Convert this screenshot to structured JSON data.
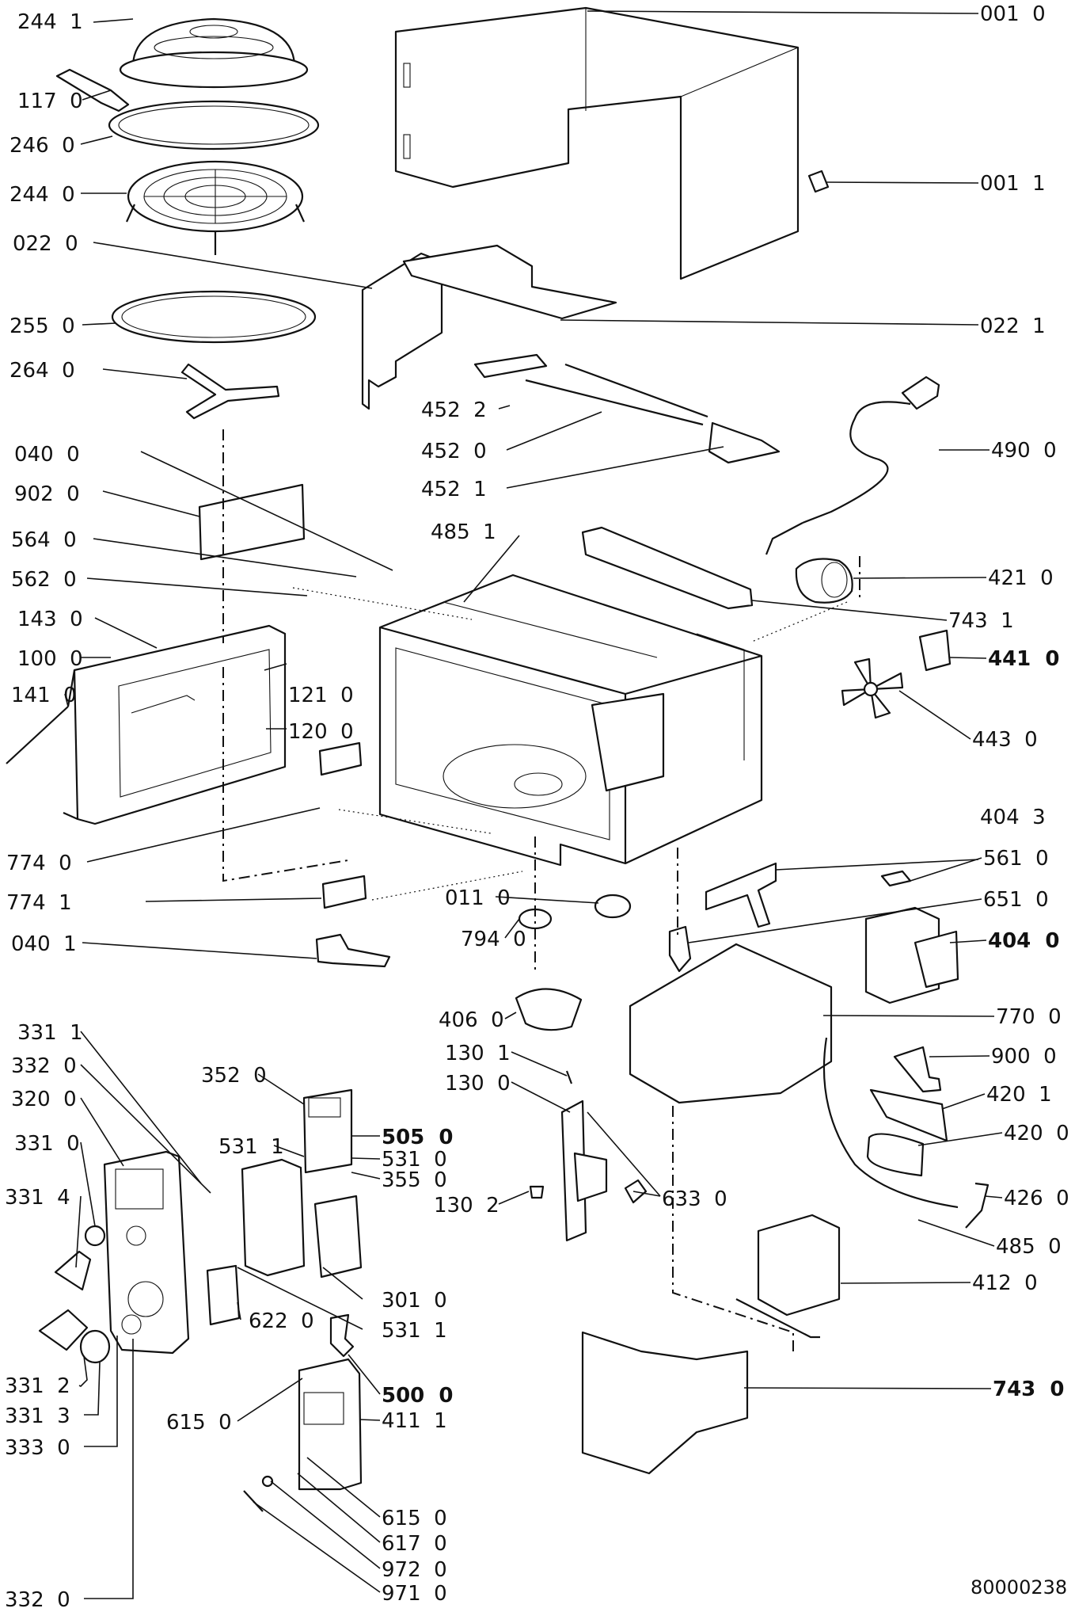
{
  "document_number": "80000238",
  "callouts": [
    {
      "id": "c-001-0",
      "text": "001  0"
    },
    {
      "id": "c-001-1",
      "text": "001  1"
    },
    {
      "id": "c-022-1",
      "text": "022  1"
    },
    {
      "id": "c-490-0",
      "text": "490  0"
    },
    {
      "id": "c-421-0",
      "text": "421  0"
    },
    {
      "id": "c-743-1",
      "text": "743  1"
    },
    {
      "id": "c-441-0",
      "text": "441  0"
    },
    {
      "id": "c-443-0",
      "text": "443  0"
    },
    {
      "id": "c-404-3",
      "text": "404  3"
    },
    {
      "id": "c-561-0",
      "text": "561  0"
    },
    {
      "id": "c-651-0",
      "text": "651  0"
    },
    {
      "id": "c-404-0",
      "text": "404  0"
    },
    {
      "id": "c-770-0",
      "text": "770  0"
    },
    {
      "id": "c-900-0",
      "text": "900  0"
    },
    {
      "id": "c-420-1",
      "text": "420  1"
    },
    {
      "id": "c-420-0",
      "text": "420  0"
    },
    {
      "id": "c-426-0",
      "text": "426  0"
    },
    {
      "id": "c-485-0",
      "text": "485  0"
    },
    {
      "id": "c-412-0",
      "text": "412  0"
    },
    {
      "id": "c-743-0",
      "text": "743  0"
    },
    {
      "id": "c-244-1",
      "text": "244  1"
    },
    {
      "id": "c-117-0",
      "text": "117  0"
    },
    {
      "id": "c-246-0",
      "text": "246  0"
    },
    {
      "id": "c-244-0",
      "text": "244  0"
    },
    {
      "id": "c-022-0",
      "text": "022  0"
    },
    {
      "id": "c-255-0",
      "text": "255  0"
    },
    {
      "id": "c-264-0",
      "text": "264  0"
    },
    {
      "id": "c-040-0",
      "text": "040  0"
    },
    {
      "id": "c-902-0",
      "text": "902  0"
    },
    {
      "id": "c-564-0",
      "text": "564  0"
    },
    {
      "id": "c-562-0",
      "text": "562  0"
    },
    {
      "id": "c-143-0",
      "text": "143  0"
    },
    {
      "id": "c-100-0",
      "text": "100  0"
    },
    {
      "id": "c-141-0",
      "text": "141  0"
    },
    {
      "id": "c-774-0",
      "text": "774  0"
    },
    {
      "id": "c-774-1",
      "text": "774  1"
    },
    {
      "id": "c-040-1",
      "text": "040  1"
    },
    {
      "id": "c-331-1",
      "text": "331  1"
    },
    {
      "id": "c-332-0a",
      "text": "332  0"
    },
    {
      "id": "c-320-0",
      "text": "320  0"
    },
    {
      "id": "c-331-0",
      "text": "331  0"
    },
    {
      "id": "c-331-4",
      "text": "331  4"
    },
    {
      "id": "c-331-2",
      "text": "331  2"
    },
    {
      "id": "c-331-3",
      "text": "331  3"
    },
    {
      "id": "c-333-0",
      "text": "333  0"
    },
    {
      "id": "c-332-0b",
      "text": "332  0"
    },
    {
      "id": "c-452-2",
      "text": "452  2"
    },
    {
      "id": "c-452-0",
      "text": "452  0"
    },
    {
      "id": "c-452-1",
      "text": "452  1"
    },
    {
      "id": "c-485-1",
      "text": "485  1"
    },
    {
      "id": "c-121-0",
      "text": "121  0"
    },
    {
      "id": "c-120-0",
      "text": "120  0"
    },
    {
      "id": "c-011-0",
      "text": "011  0"
    },
    {
      "id": "c-794-0",
      "text": "794  0"
    },
    {
      "id": "c-406-0",
      "text": "406  0"
    },
    {
      "id": "c-130-1",
      "text": "130  1"
    },
    {
      "id": "c-130-0",
      "text": "130  0"
    },
    {
      "id": "c-130-2",
      "text": "130  2"
    },
    {
      "id": "c-633-0",
      "text": "633  0"
    },
    {
      "id": "c-352-0",
      "text": "352  0"
    },
    {
      "id": "c-531-1a",
      "text": "531  1"
    },
    {
      "id": "c-505-0",
      "text": "505  0"
    },
    {
      "id": "c-531-0",
      "text": "531  0"
    },
    {
      "id": "c-355-0",
      "text": "355  0"
    },
    {
      "id": "c-301-0",
      "text": "301  0"
    },
    {
      "id": "c-622-0",
      "text": "622  0"
    },
    {
      "id": "c-531-1b",
      "text": "531  1"
    },
    {
      "id": "c-500-0",
      "text": "500  0"
    },
    {
      "id": "c-615-0a",
      "text": "615  0"
    },
    {
      "id": "c-411-1",
      "text": "411  1"
    },
    {
      "id": "c-615-0b",
      "text": "615  0"
    },
    {
      "id": "c-617-0",
      "text": "617  0"
    },
    {
      "id": "c-972-0",
      "text": "972  0"
    },
    {
      "id": "c-971-0",
      "text": "971  0"
    }
  ]
}
